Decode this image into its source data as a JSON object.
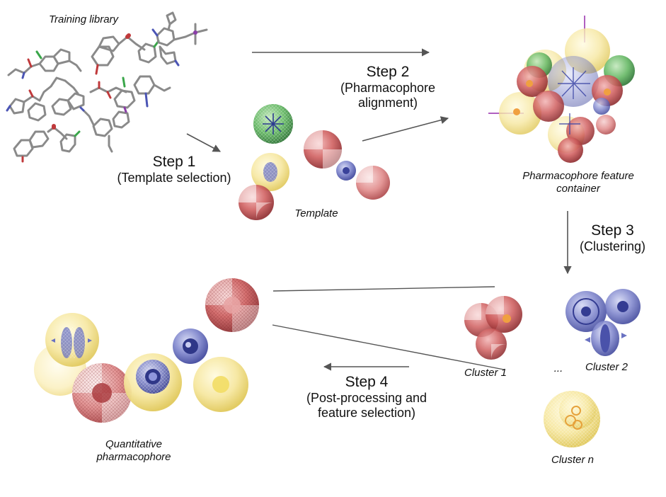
{
  "labels": {
    "training_library": "Training library",
    "template": "Template",
    "feature_container_line1": "Pharmacophore feature",
    "feature_container_line2": "container",
    "cluster1": "Cluster 1",
    "cluster2": "Cluster 2",
    "clustern": "Cluster n",
    "ellipsis": "...",
    "quant_line1": "Quantitative",
    "quant_line2": "pharmacophore"
  },
  "steps": {
    "step1": {
      "title": "Step 1",
      "sub1": "(Template selection)"
    },
    "step2": {
      "title": "Step 2",
      "sub1": "(Pharmacophore",
      "sub2": "alignment)"
    },
    "step3": {
      "title": "Step 3",
      "sub1": "(Clustering)"
    },
    "step4": {
      "title": "Step 4",
      "sub1": "(Post-processing and",
      "sub2": "feature selection)"
    }
  },
  "colors": {
    "arrow": "#555555",
    "hbd_green": "#3aa64a",
    "hba_red": "#c0393b",
    "aromatic_blue": "#4b55b5",
    "hydrophobic_yellow": "#e9d35a",
    "bond_gray": "#8a8a8a"
  }
}
